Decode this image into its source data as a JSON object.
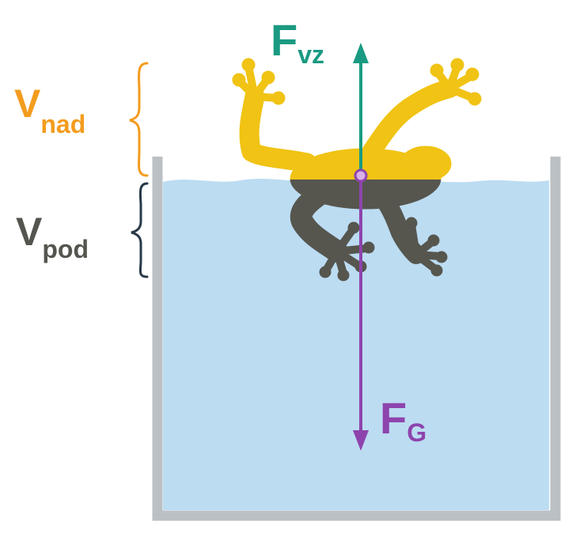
{
  "labels": {
    "v_nad": {
      "main": "V",
      "sub": "nad"
    },
    "v_pod": {
      "main": "V",
      "sub": "pod"
    },
    "f_vz": {
      "main": "F",
      "sub": "vz"
    },
    "f_g": {
      "main": "F",
      "sub": "G"
    }
  },
  "colors": {
    "orange": "#f39c1e",
    "dark_gray": "#55554f",
    "teal": "#1a9a82",
    "purple": "#8e44ad",
    "water": "#bcdcf2",
    "container": "#bbc0c5",
    "frog_above": "#f0c314",
    "frog_below": "#56564f",
    "brace_nad": "#f39c1e",
    "brace_pod": "#283848"
  }
}
